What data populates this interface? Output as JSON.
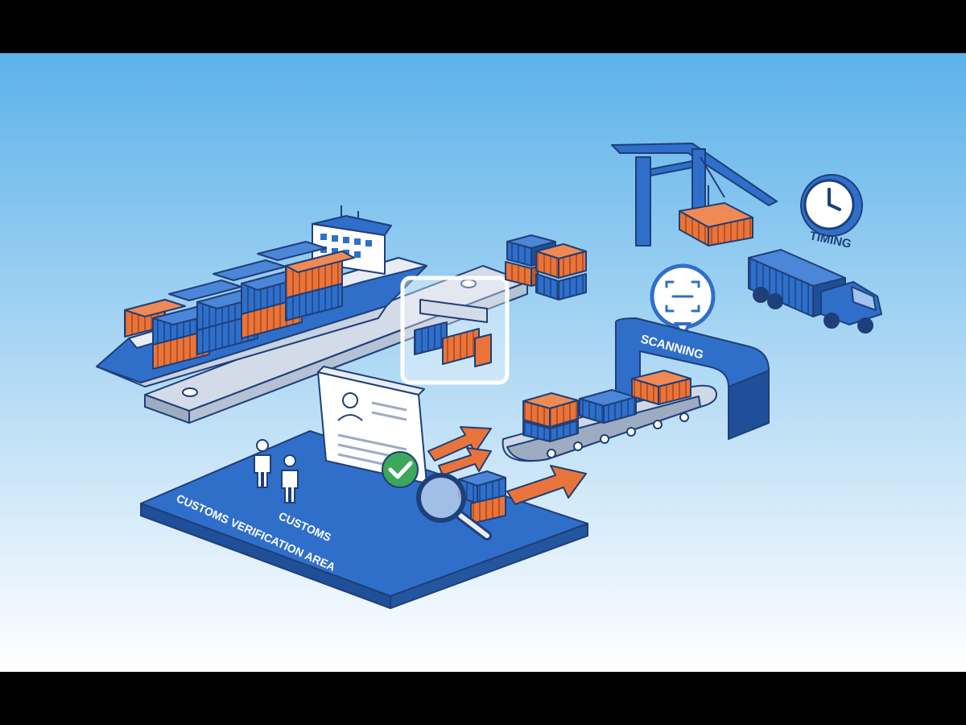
{
  "labels": {
    "timing": "TIMING",
    "scanning": "SCANNING",
    "customs": "CUSTOMS",
    "customs_area": "CUSTOMS VERIFICATION AREA"
  },
  "icons": [
    "cargo-ship-icon",
    "crane-icon",
    "clock-icon",
    "truck-icon",
    "scan-icon",
    "conveyor-icon",
    "document-icon",
    "check-icon",
    "magnifier-icon",
    "person-icon",
    "arrow-icon"
  ],
  "colors": {
    "sky_top": "#5fb4ea",
    "sky_bottom": "#ffffff",
    "primary_blue": "#2f6fca",
    "dark_outline": "#1f3f78",
    "orange": "#e9743b",
    "light_gray": "#cfd8e6",
    "check_green": "#3da85a"
  }
}
